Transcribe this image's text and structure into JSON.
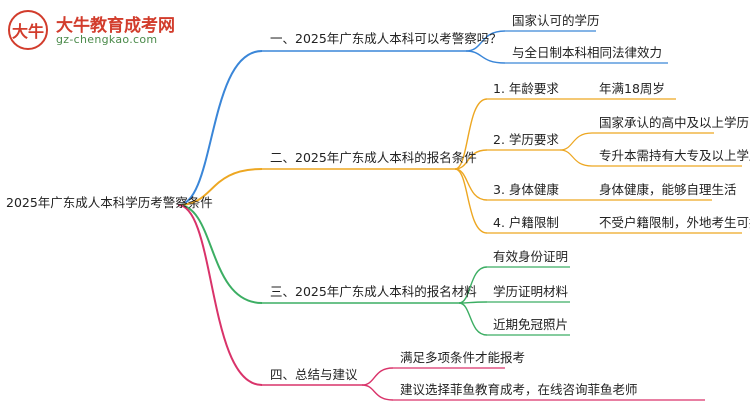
{
  "logo": {
    "badge": "大牛",
    "name": "大牛教育成考网",
    "url": "gz-chengkao.com"
  },
  "colors": {
    "branch1": "#3a86d8",
    "branch2": "#eda722",
    "branch3": "#3cae63",
    "branch4": "#d9336a",
    "brand": "#d23c2c"
  },
  "root": "2025年广东成人本科学历考警察条件",
  "branches": [
    {
      "label": "一、2025年广东成人本科可以考警察吗？",
      "children": [
        {
          "label": "国家认可的学历"
        },
        {
          "label": "与全日制本科相同法律效力"
        }
      ]
    },
    {
      "label": "二、2025年广东成人本科的报名条件",
      "children": [
        {
          "label": "1. 年龄要求",
          "children": [
            "年满18周岁"
          ]
        },
        {
          "label": "2. 学历要求",
          "children": [
            "国家承认的高中及以上学历",
            "专升本需持有大专及以上学历"
          ]
        },
        {
          "label": "3. 身体健康",
          "children": [
            "身体健康，能够自理生活"
          ]
        },
        {
          "label": "4. 户籍限制",
          "children": [
            "不受户籍限制，外地考生可报名"
          ]
        }
      ]
    },
    {
      "label": "三、2025年广东成人本科的报名材料",
      "children": [
        {
          "label": "有效身份证明"
        },
        {
          "label": "学历证明材料"
        },
        {
          "label": "近期免冠照片"
        }
      ]
    },
    {
      "label": "四、总结与建议",
      "children": [
        {
          "label": "满足多项条件才能报考"
        },
        {
          "label": "建议选择菲鱼教育成考，在线咨询菲鱼老师"
        }
      ]
    }
  ]
}
